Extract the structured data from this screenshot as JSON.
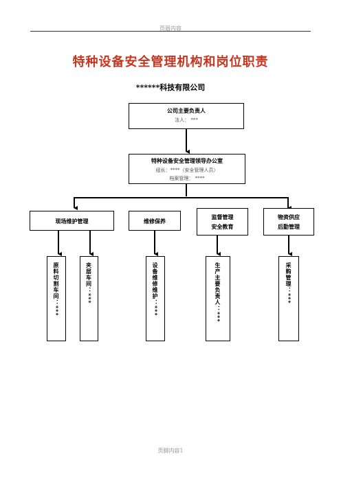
{
  "header": {
    "text": "页眉内容"
  },
  "footer": {
    "text": "页脚内容1"
  },
  "title": "特种设备安全管理机构和岗位职责",
  "company": "******科技有限公司",
  "top_box": {
    "title": "公司主要负责人",
    "line": "法人： ***"
  },
  "office_box": {
    "title": "特种设备安全管理领导办公室",
    "line1": "组长：****（安全管理人员）",
    "line2": "档案管理： ****"
  },
  "departments": [
    {
      "name": "现场维护管理"
    },
    {
      "name": "维修保养"
    },
    {
      "name_line1": "监督管理",
      "name_line2": "安全教育"
    },
    {
      "name_line1": "物资供应",
      "name_line2": "后勤管理"
    }
  ],
  "leaves": [
    {
      "text": "原料切割车间：***"
    },
    {
      "text": "夹层车间：***"
    },
    {
      "text": "设备维修维护：***"
    },
    {
      "text": "生产主要负责人：***"
    },
    {
      "text": "采购管理：***"
    }
  ]
}
